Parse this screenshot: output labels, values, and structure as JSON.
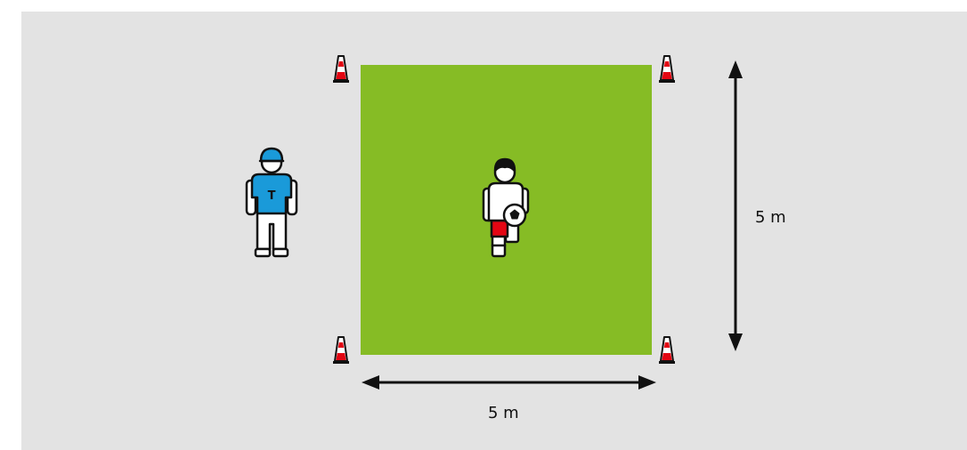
{
  "colors": {
    "background": "#e3e3e3",
    "field": "#86bc25",
    "cone_red": "#e30613",
    "coach_shirt": "#1a9ad9",
    "player_shorts": "#e30613",
    "outline": "#111111"
  },
  "dimensions": {
    "vertical_label": "5 m",
    "horizontal_label": "5 m"
  },
  "icons": {
    "cone": "traffic-cone-icon",
    "coach": "coach-figure-icon",
    "player": "player-with-ball-icon"
  },
  "coach": {
    "shirt_letter": "T"
  }
}
